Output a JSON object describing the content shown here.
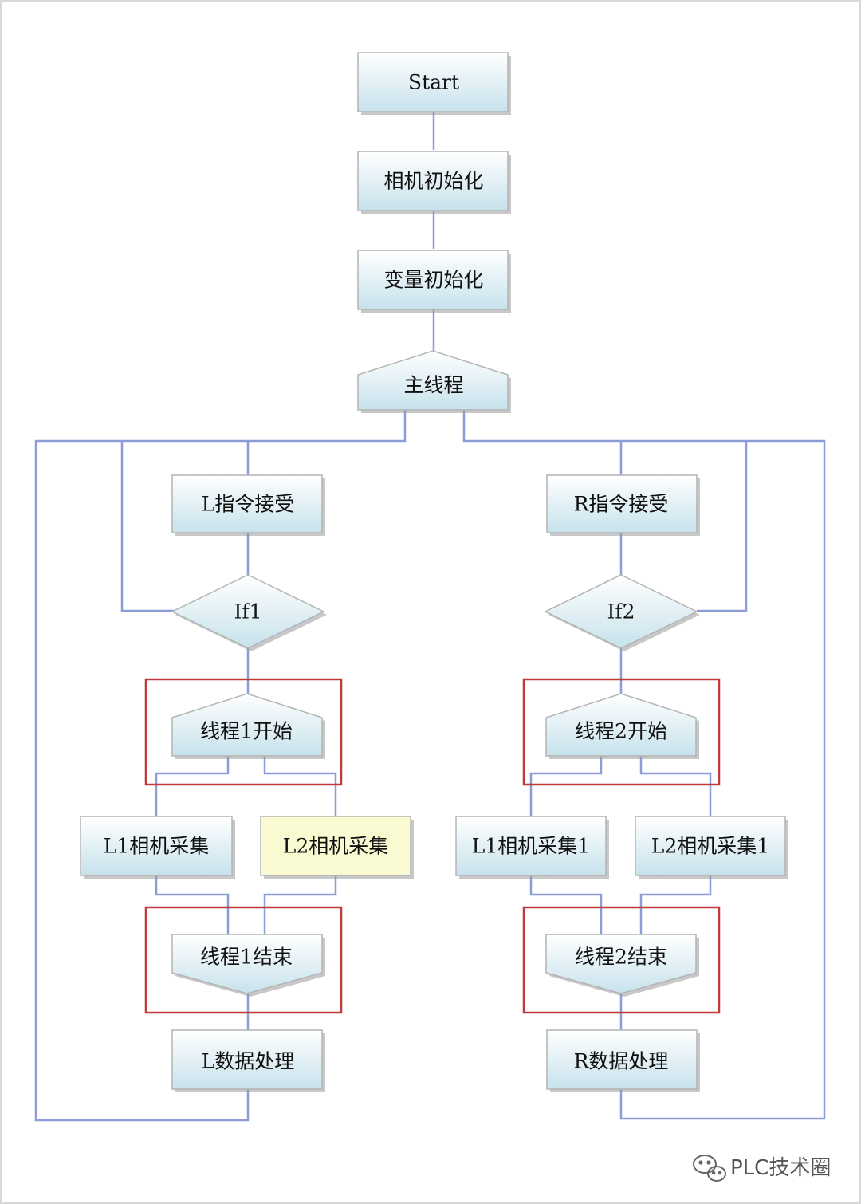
{
  "diagram": {
    "nodes": {
      "start": "Start",
      "camera_init": "相机初始化",
      "var_init": "变量初始化",
      "main_thread": "主线程",
      "l_cmd": "L指令接受",
      "r_cmd": "R指令接受",
      "if1": "If1",
      "if2": "If2",
      "t1_start": "线程1开始",
      "t2_start": "线程2开始",
      "l1_cam": "L1相机采集",
      "l2_cam": "L2相机采集",
      "l1_cam_1": "L1相机采集1",
      "l2_cam_1": "L2相机采集1",
      "t1_end": "线程1结束",
      "t2_end": "线程2结束",
      "l_data": "L数据处理",
      "r_data": "R数据处理"
    }
  },
  "watermark": {
    "text": "PLC技术圈"
  },
  "colors": {
    "box_fill_top": "#ffffff",
    "box_fill_bottom": "#c7e2ec",
    "highlight_fill": "#fafad2",
    "connector": "#8c9cd8",
    "group_frame": "#c0393b",
    "border": "#b4b4b4"
  }
}
